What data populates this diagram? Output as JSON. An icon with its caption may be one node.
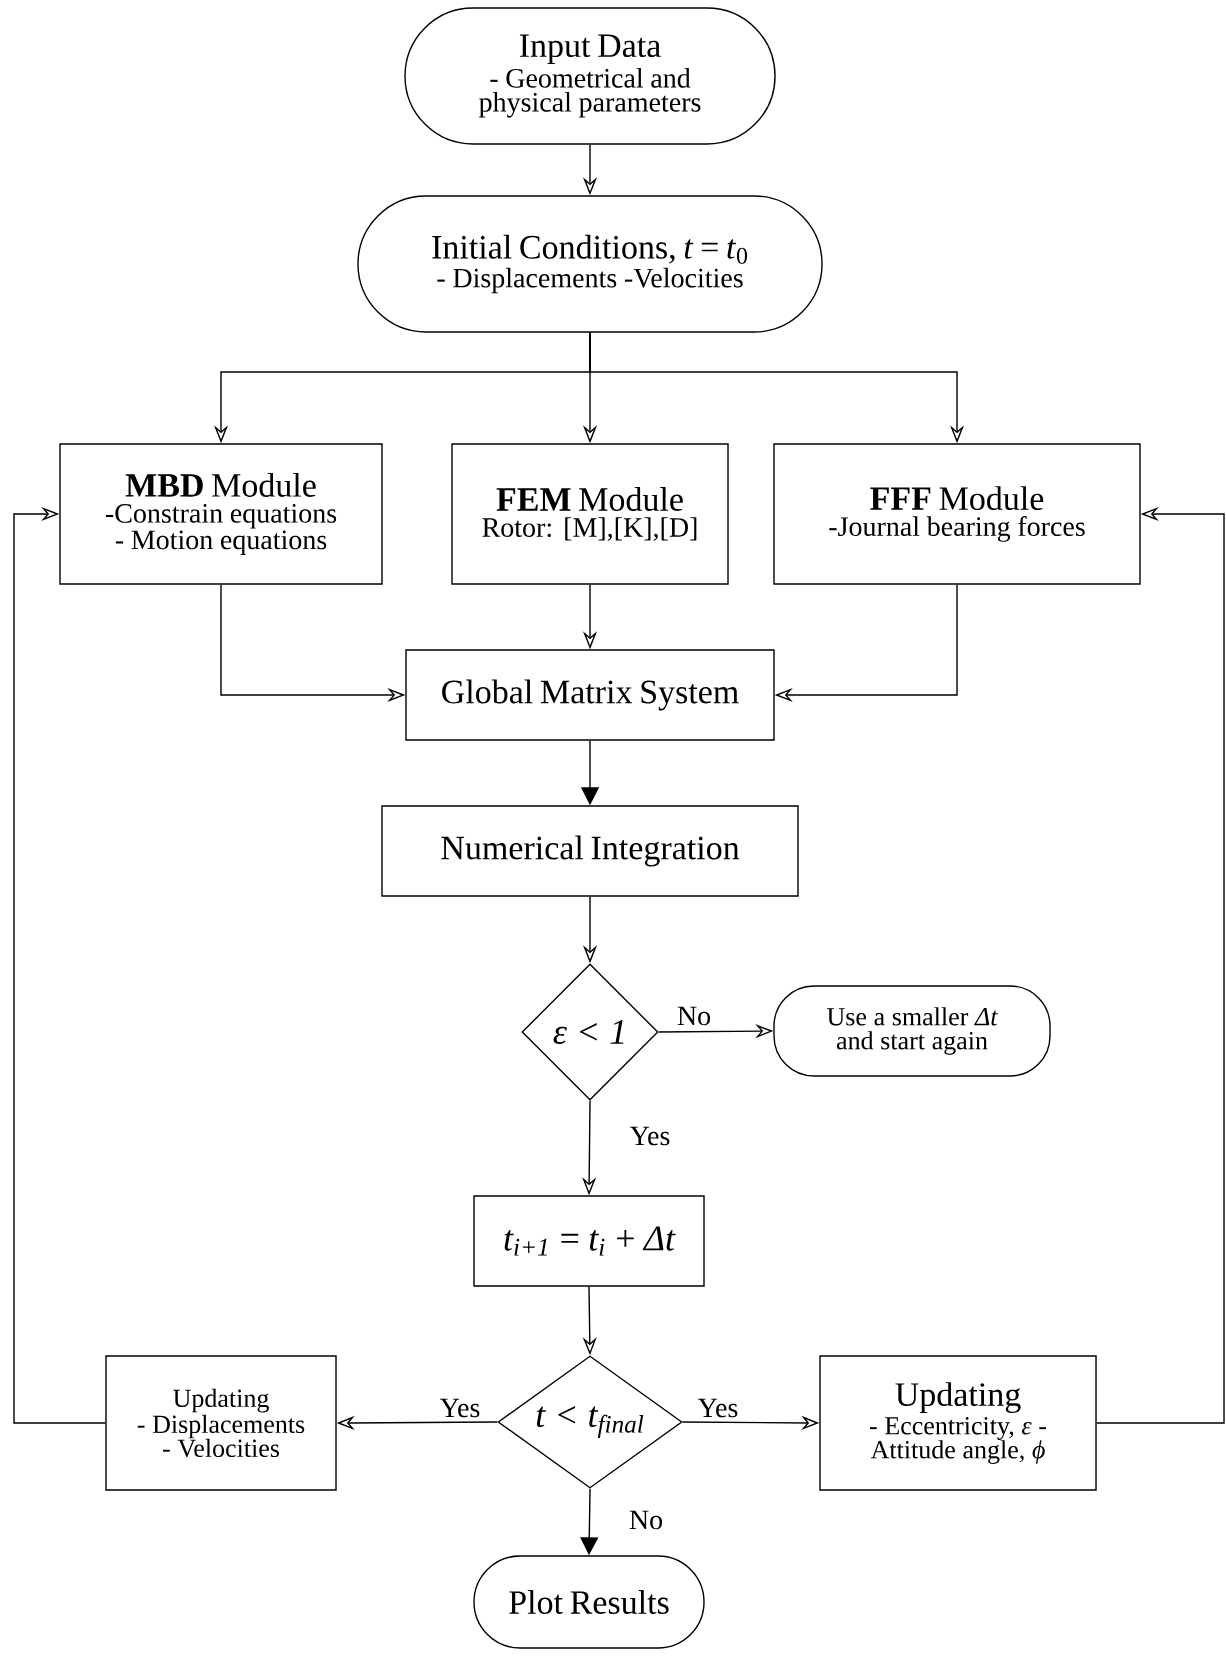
{
  "diagram": {
    "nodes": [
      {
        "text": [
          "Input Data",
          "- Geometrical and physical parameters"
        ]
      },
      {
        "text": [
          "Initial Conditions, *t* = *t*$_{0}$",
          "- Displacements -Velocities"
        ]
      },
      {
        "text": [
          "**MBD** Module",
          "-Constrain equations - Motion equations"
        ]
      },
      {
        "text": [
          "**FEM** Module",
          "Rotor: [M],[K],[D]"
        ]
      },
      {
        "text": [
          "**FFF** Module",
          "-Journal bearing forces"
        ]
      },
      {
        "text": [
          "Global Matrix System"
        ]
      },
      {
        "text": [
          "Numerical Integration"
        ]
      },
      {
        "text": [
          "ε < 1"
        ]
      },
      {
        "text": [
          "Use a smaller *Δt* and start again"
        ]
      },
      {
        "text": [
          "t$_{i+1}$ = t$_{i}$ + Δt"
        ]
      },
      {
        "text": [
          "t < t$_{final}$"
        ]
      },
      {
        "text": [
          "Updating",
          "- Displacements - Velocities"
        ]
      },
      {
        "text": [
          "Updating",
          "- Eccentricity, *ε* - Attitude angle, *ϕ*"
        ]
      },
      {
        "text": [
          "Plot Results"
        ]
      }
    ],
    "edges": [
      {
        "from": 0,
        "to": 1,
        "arrow": "to"
      },
      {
        "from": 1,
        "to": 2,
        "arrow": "to"
      },
      {
        "from": 1,
        "to": 3,
        "arrow": "to"
      },
      {
        "from": 1,
        "to": 4,
        "arrow": "to"
      },
      {
        "from": 2,
        "to": 5,
        "arrow": "to"
      },
      {
        "from": 3,
        "to": 5,
        "arrow": "to"
      },
      {
        "from": 4,
        "to": 5,
        "arrow": "to"
      },
      {
        "from": 5,
        "to": 6,
        "arrow": "to"
      },
      {
        "from": 6,
        "to": 7,
        "arrow": "to"
      },
      {
        "from": 7,
        "to": 8,
        "arrow": "to",
        "label": "No"
      },
      {
        "from": 7,
        "to": 9,
        "arrow": "to",
        "label": "Yes"
      },
      {
        "from": 9,
        "to": 10,
        "arrow": "to"
      },
      {
        "from": 10,
        "to": 11,
        "arrow": "to",
        "label": "Yes"
      },
      {
        "from": 10,
        "to": 12,
        "arrow": "to",
        "label": "Yes"
      },
      {
        "from": 10,
        "to": 13,
        "arrow": "to",
        "label": "No"
      },
      {
        "from": 11,
        "to": 2,
        "arrow": "to"
      },
      {
        "from": 12,
        "to": 4,
        "arrow": "to"
      }
    ]
  }
}
